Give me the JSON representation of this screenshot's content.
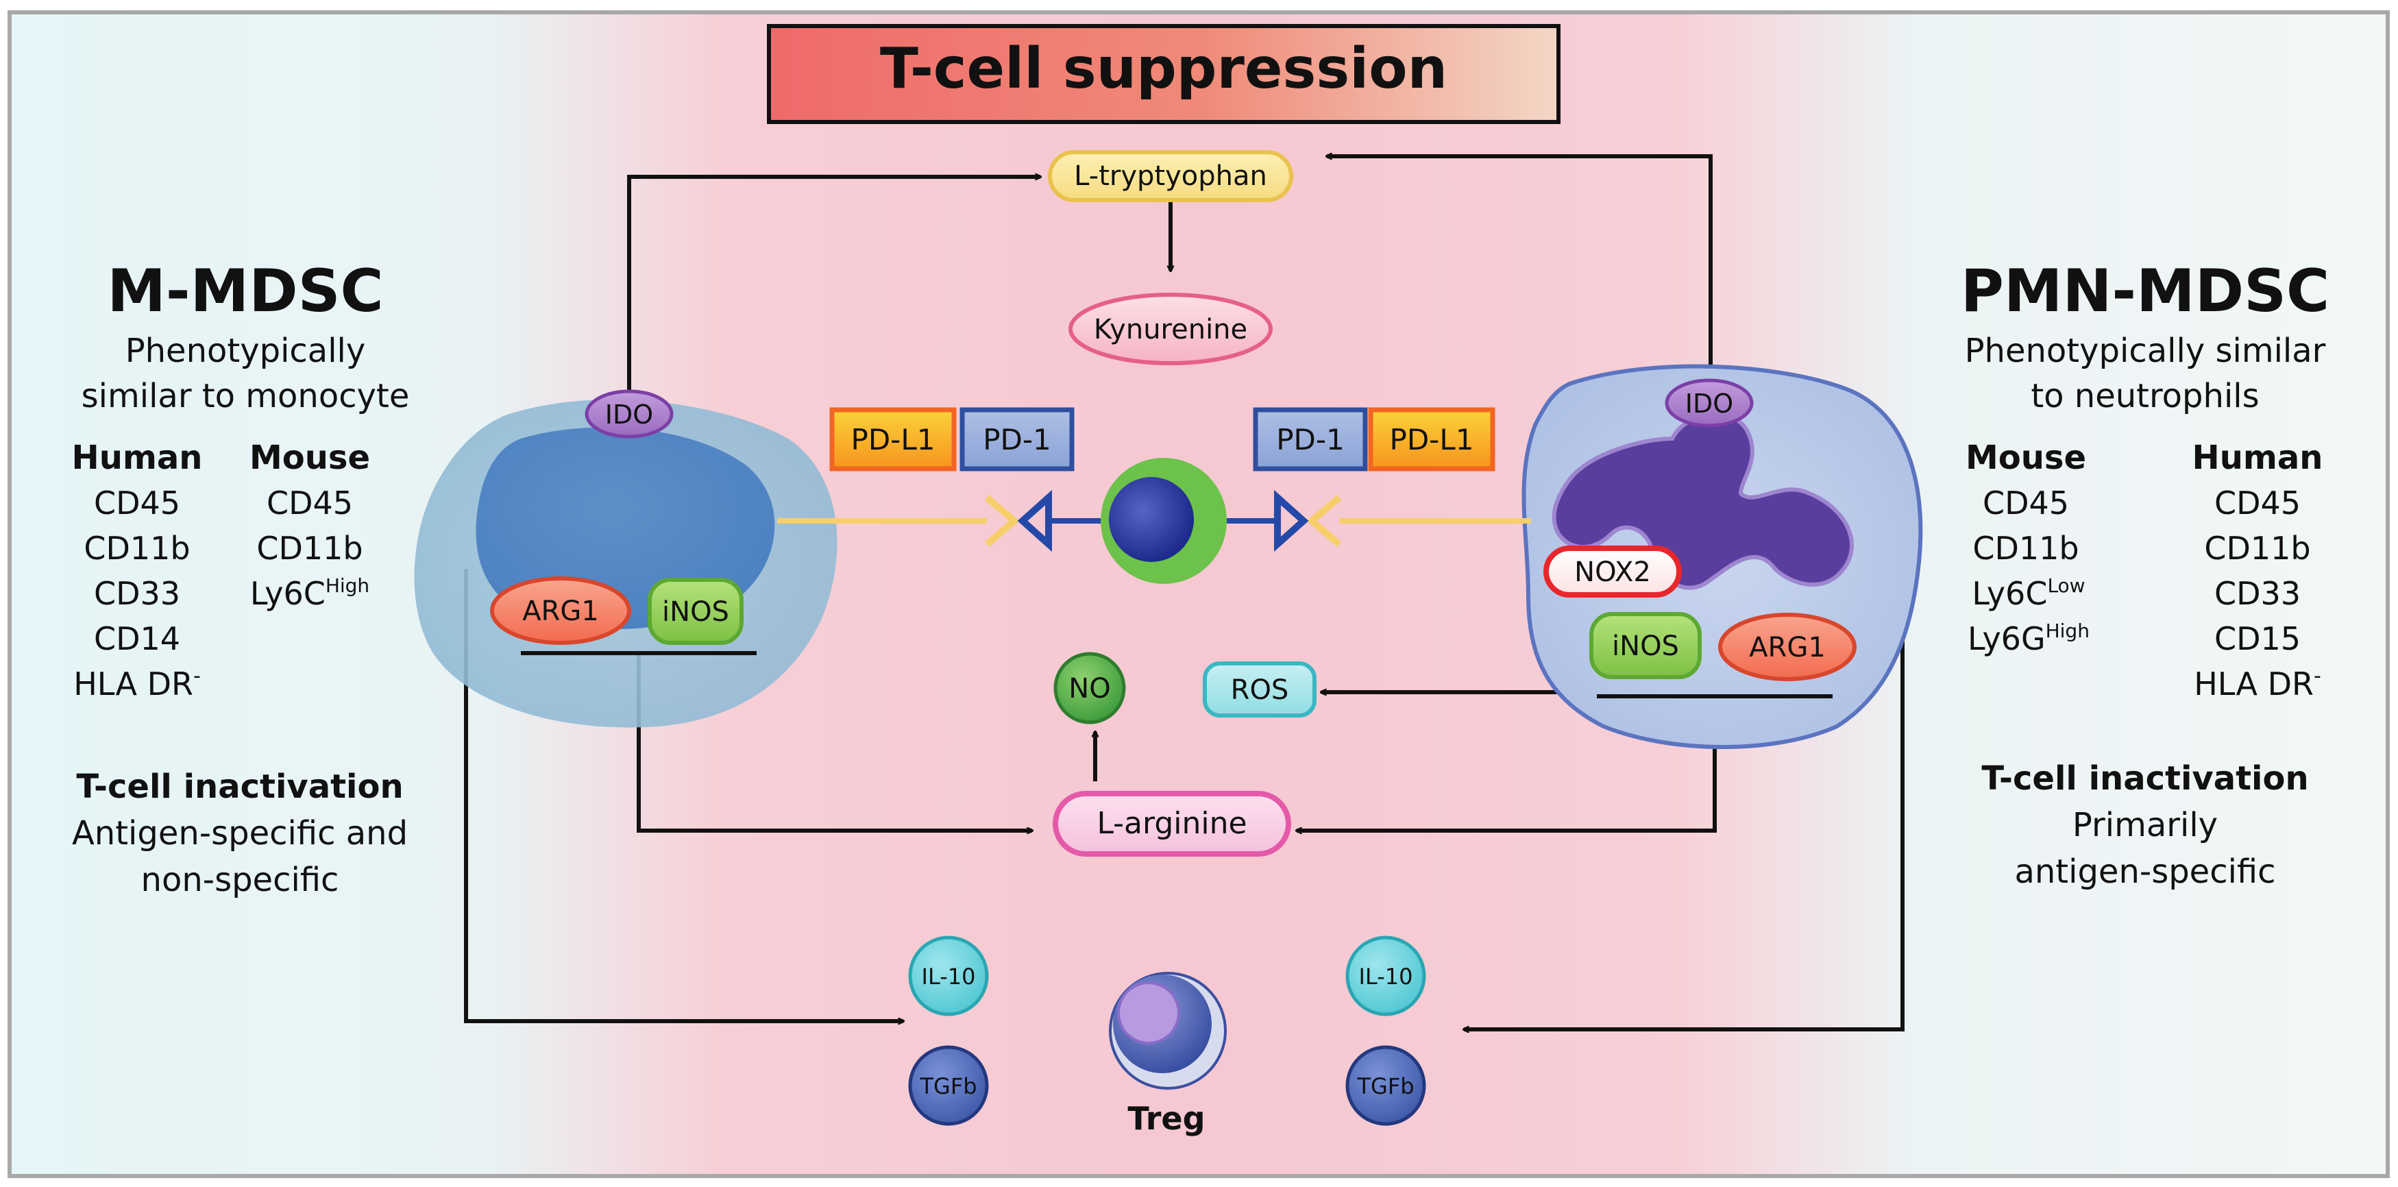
{
  "title": "T-cell suppression",
  "molecules": {
    "tryptophan": "L-tryptyophan",
    "kynurenine": "Kynurenine",
    "arginine": "L-arginine",
    "no": "NO",
    "ros": "ROS",
    "pdl1_left": "PD-L1",
    "pd1_left": "PD-1",
    "pd1_right": "PD-1",
    "pdl1_right": "PD-L1",
    "il10_left": "IL-10",
    "tgfb_left": "TGFb",
    "il10_right": "IL-10",
    "tgfb_right": "TGFb",
    "treg": "Treg"
  },
  "left_cell": {
    "ido": "IDO",
    "arg1": "ARG1",
    "inos": "iNOS"
  },
  "right_cell": {
    "ido": "IDO",
    "nox2": "NOX2",
    "inos": "iNOS",
    "arg1": "ARG1"
  },
  "left_panel": {
    "name": "M-MDSC",
    "desc1": "Phenotypically",
    "desc2": "similar to monocyte",
    "human_header": "Human",
    "mouse_header": "Mouse",
    "human_markers": [
      "CD45",
      "CD11b",
      "CD33",
      "CD14",
      "HLA DR"
    ],
    "human_last_sup": "-",
    "mouse_markers": [
      "CD45",
      "CD11b"
    ],
    "mouse_ly6c": "Ly6C",
    "mouse_ly6c_sup": "High",
    "inactivation_title": "T-cell inactivation",
    "inactivation_1": "Antigen-specific and",
    "inactivation_2": "non-specific"
  },
  "right_panel": {
    "name": "PMN-MDSC",
    "desc1": "Phenotypically similar",
    "desc2": "to neutrophils",
    "mouse_header": "Mouse",
    "human_header": "Human",
    "mouse_markers": [
      "CD45",
      "CD11b"
    ],
    "mouse_ly6c": "Ly6C",
    "mouse_ly6c_sup": "Low",
    "mouse_ly6g": "Ly6G",
    "mouse_ly6g_sup": "High",
    "human_markers": [
      "CD45",
      "CD11b",
      "CD33",
      "CD15",
      "HLA DR"
    ],
    "human_last_sup": "-",
    "inactivation_title": "T-cell inactivation",
    "inactivation_1": "Primarily",
    "inactivation_2": "antigen-specific"
  },
  "colors": {
    "title_gradient_start": "#ee6f6c",
    "title_gradient_end": "#f3d3c2",
    "center_pink": "#f6cdd4",
    "side_background": "#e7f4f6",
    "orange": "#f7941d",
    "pd1_blue": "#5b7bc0",
    "nox2_red": "#e8262b",
    "inos_green": "#8dc63f",
    "arg1_orange": "#f26b4f",
    "ido_purple": "#9d6fbf",
    "arginine_pink": "#e76fb6",
    "il10_cyan": "#4fc7d2",
    "tgfb_blue": "#3c59a8"
  }
}
